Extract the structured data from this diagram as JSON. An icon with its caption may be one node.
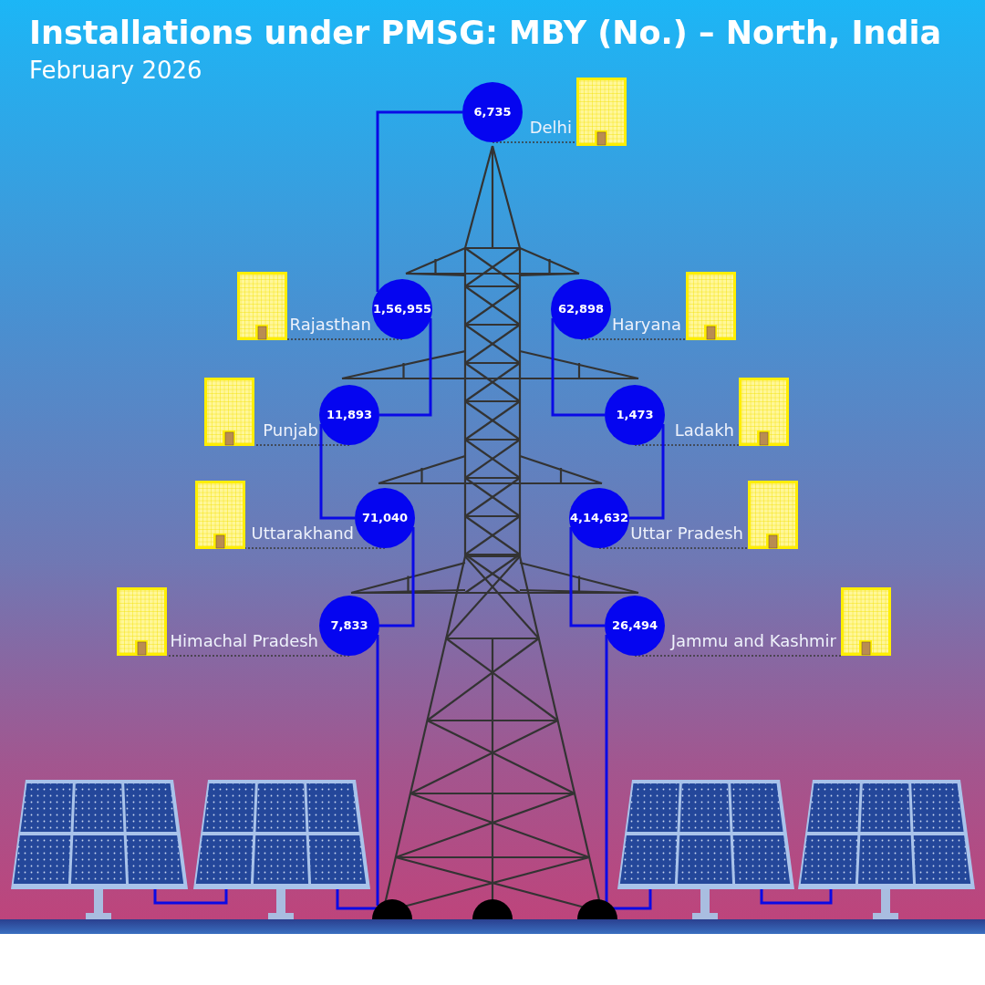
{
  "diagram": {
    "title": "Installations under PMSG: MBY (No.) – North, India",
    "nodes": [
      {
        "text": [
          "6,735"
        ],
        "beside": [
          "Delhi"
        ]
      },
      {
        "text": [],
        "shape": "picture"
      },
      {
        "text": [],
        "shape": "picture"
      },
      {
        "text": [
          "1,56,955"
        ],
        "beside": [
          "Rajasthan"
        ]
      },
      {
        "text": [
          "62,898"
        ],
        "beside": [
          "Haryana"
        ]
      },
      {
        "text": [],
        "shape": "picture"
      },
      {
        "text": [],
        "shape": "picture"
      },
      {
        "text": [
          "11,893"
        ],
        "beside": [
          "Punjab"
        ]
      },
      {
        "text": [
          "1,473"
        ],
        "beside": [
          "Ladakh"
        ]
      },
      {
        "text": [],
        "shape": "picture"
      },
      {
        "text": [],
        "shape": "picture"
      },
      {
        "text": [
          "71,040"
        ],
        "beside": [
          "Uttarakhand"
        ]
      },
      {
        "text": [
          "4,14,632"
        ],
        "beside": [
          "Uttar Pradesh"
        ]
      },
      {
        "text": [],
        "shape": "picture"
      },
      {
        "text": [],
        "shape": "picture"
      },
      {
        "text": [
          "7,833"
        ],
        "beside": [
          "Himachal Pradesh"
        ]
      },
      {
        "text": [
          "26,494"
        ],
        "beside": [
          "Jammu and Kashmir"
        ]
      },
      {
        "text": [],
        "shape": "picture"
      },
      {
        "text": [],
        "shape": "picture"
      },
      {
        "text": [],
        "shape": "picture"
      },
      {
        "text": [],
        "shape": "dome"
      },
      {
        "text": [],
        "shape": "dome"
      },
      {
        "text": [],
        "shape": "dome"
      },
      {
        "text": [],
        "shape": "picture"
      },
      {
        "text": [],
        "shape": "picture"
      }
    ],
    "edges": [
      {
        "from": 0,
        "to": 1,
        "arrow": "none",
        "style": "dashed",
        "color": "#3a3a3a"
      },
      {
        "from": 3,
        "to": 2,
        "arrow": "none",
        "style": "dashed",
        "color": "#3a3a3a"
      },
      {
        "from": 4,
        "to": 5,
        "arrow": "none",
        "style": "dashed",
        "color": "#3a3a3a"
      },
      {
        "from": 7,
        "to": 6,
        "arrow": "none",
        "style": "dashed",
        "color": "#3a3a3a"
      },
      {
        "from": 8,
        "to": 9,
        "arrow": "none",
        "style": "dashed",
        "color": "#3a3a3a"
      },
      {
        "from": 11,
        "to": 10,
        "arrow": "none",
        "style": "dashed",
        "color": "#3a3a3a"
      },
      {
        "from": 12,
        "to": 13,
        "arrow": "none",
        "style": "dashed",
        "color": "#3a3a3a"
      },
      {
        "from": 15,
        "to": 14,
        "arrow": "none",
        "style": "dashed",
        "color": "#3a3a3a"
      },
      {
        "from": 16,
        "to": 17,
        "arrow": "none",
        "style": "dashed",
        "color": "#3a3a3a"
      },
      {
        "from": 0,
        "to": 3,
        "arrow": "none"
      },
      {
        "from": 3,
        "to": 7,
        "arrow": "none"
      },
      {
        "from": 7,
        "to": 11,
        "arrow": "none"
      },
      {
        "from": 11,
        "to": 15,
        "arrow": "none"
      },
      {
        "from": 15,
        "to": 20,
        "arrow": "none"
      },
      {
        "from": 4,
        "to": 8,
        "arrow": "none"
      },
      {
        "from": 8,
        "to": 12,
        "arrow": "none"
      },
      {
        "from": 12,
        "to": 16,
        "arrow": "none"
      },
      {
        "from": 16,
        "to": 22,
        "arrow": "none"
      },
      {
        "from": 18,
        "to": 19,
        "arrow": "none"
      },
      {
        "from": 19,
        "to": 20,
        "arrow": "none"
      },
      {
        "from": 22,
        "to": 23,
        "arrow": "none"
      },
      {
        "from": 23,
        "to": 24,
        "arrow": "none"
      }
    ],
    "labels": [
      "February 2026"
    ]
  }
}
